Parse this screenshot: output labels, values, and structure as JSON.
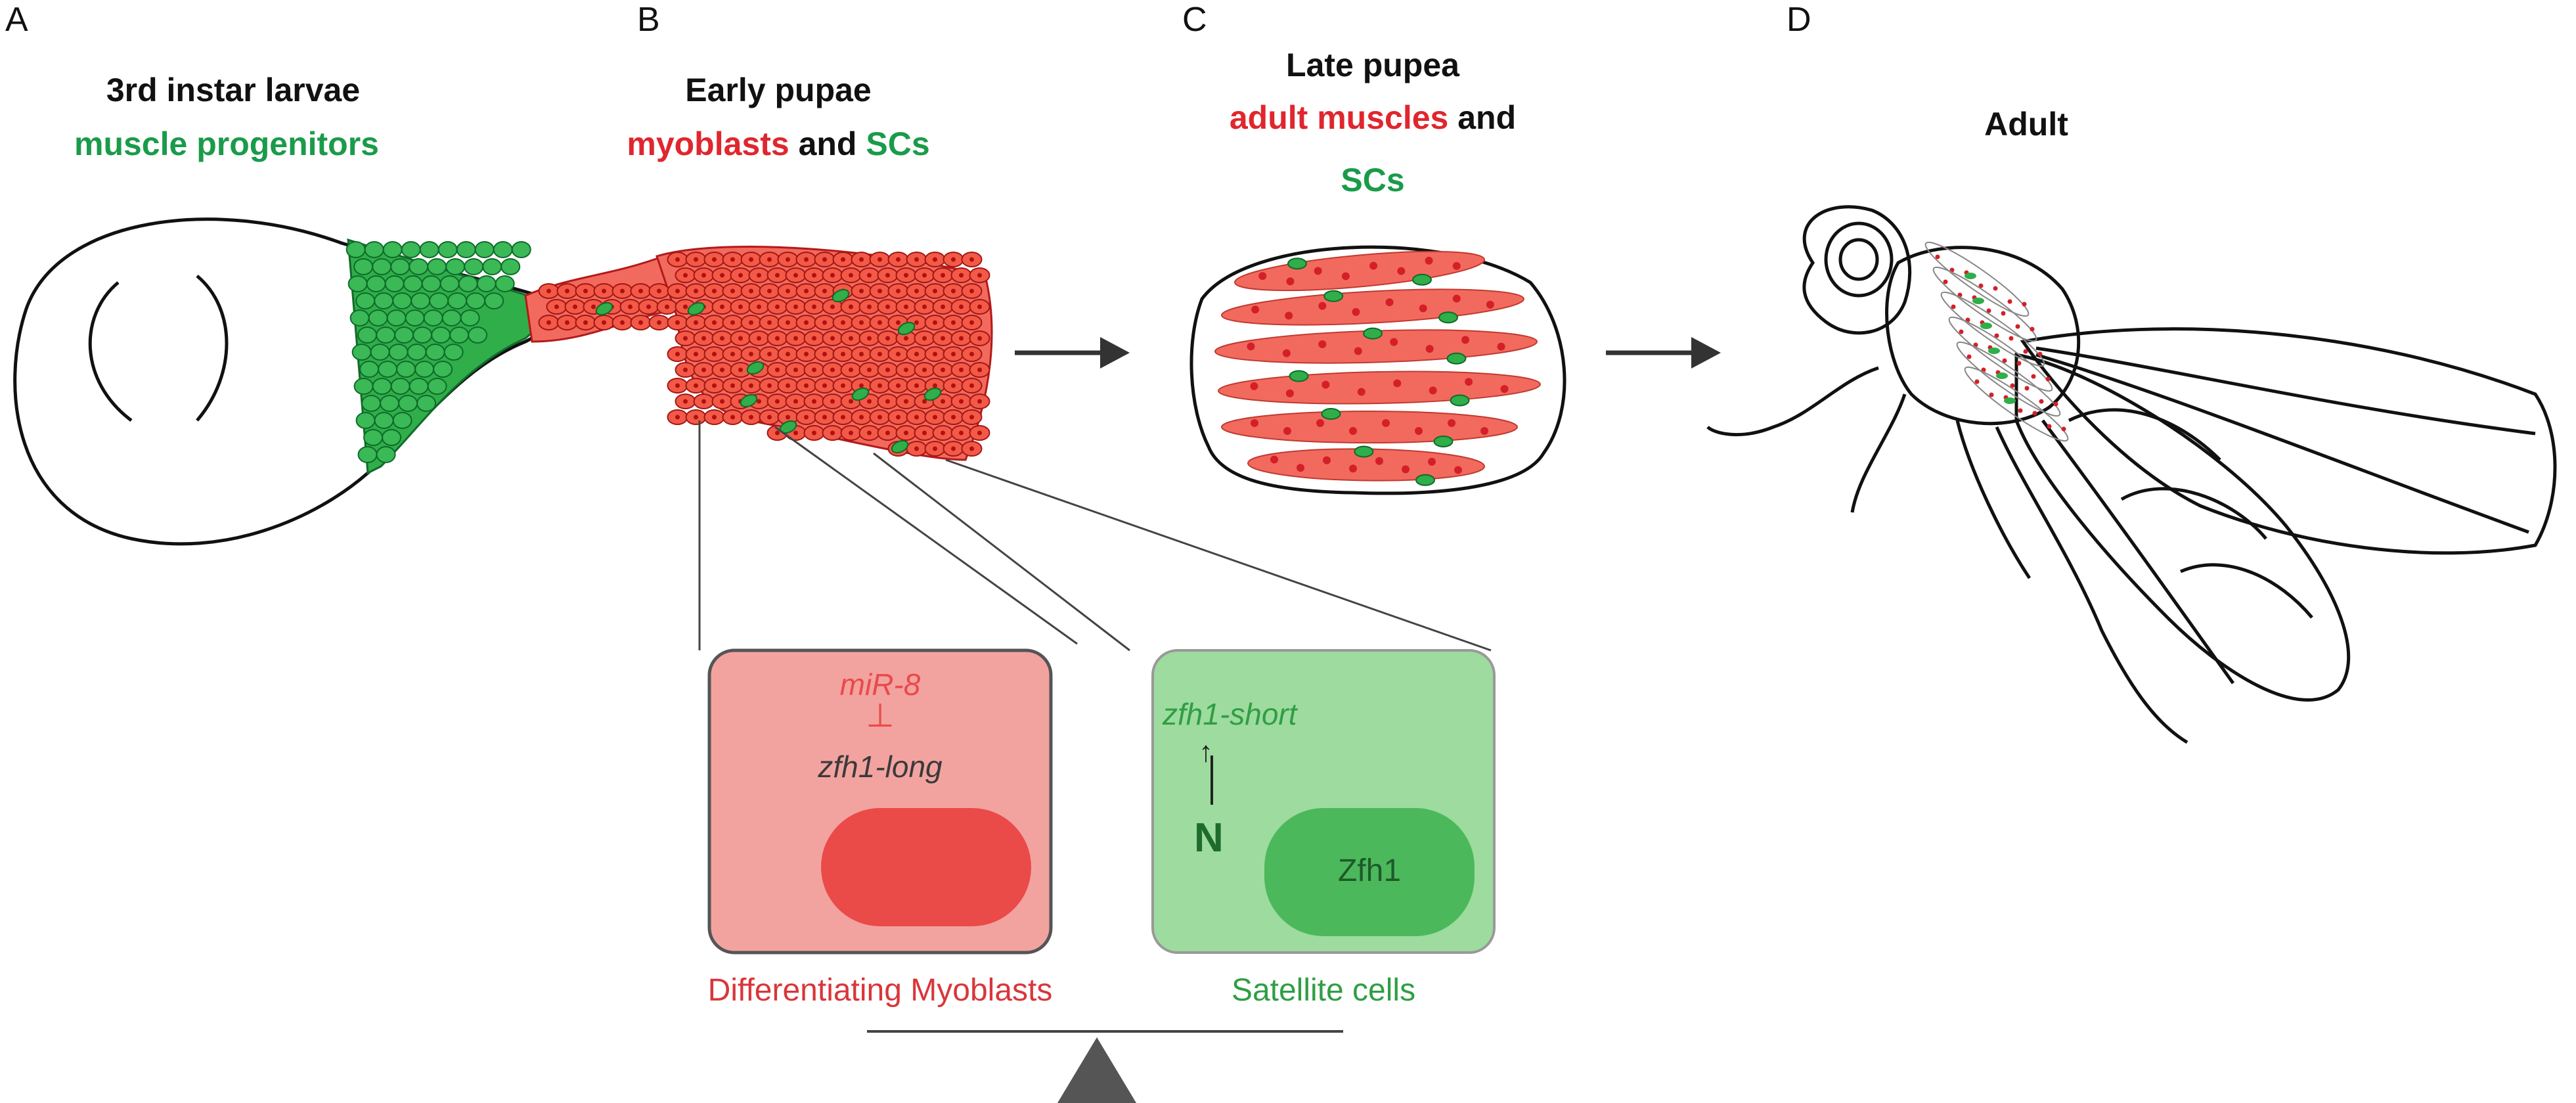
{
  "panels": {
    "a": {
      "letter": "A",
      "line1": "3rd instar larvae",
      "line2": "muscle progenitors"
    },
    "b": {
      "letter": "B",
      "line1": "Early pupae",
      "line2_part1": "myoblasts",
      "line2_part2": " and ",
      "line2_part3": "SCs"
    },
    "c": {
      "letter": "C",
      "line1": "Late pupea",
      "line2_part1": "adult muscles",
      "line2_part2": " and",
      "line3": "SCs"
    },
    "d": {
      "letter": "D",
      "line1": "Adult"
    }
  },
  "boxes": {
    "myoblast": {
      "mirna": "miR-8",
      "inhibit": "⊥",
      "gene": "zfh1-long",
      "caption": "Differentiating Myoblasts"
    },
    "satellite": {
      "gene": "zfh1-short",
      "arrow": "↑",
      "notch": "N",
      "protein": "Zfh1",
      "caption": "Satellite cells"
    }
  },
  "colors": {
    "green_text": "#1a9b4a",
    "red_text": "#e0262e",
    "muscle_fill": "#f26a5e",
    "nucleus": "#d41f28",
    "cell_green": "#2fae4a",
    "box_red": "#f2a3a0",
    "box_green": "#9edb9e"
  }
}
